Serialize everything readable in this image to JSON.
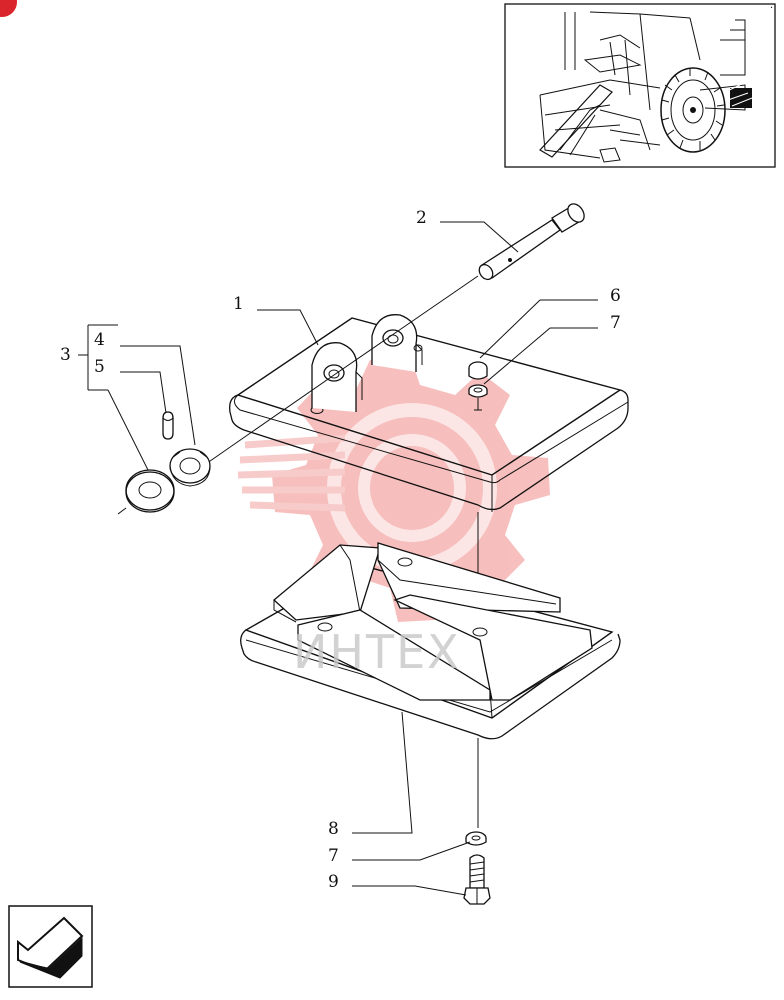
{
  "callouts": {
    "c1": "1",
    "c2": "2",
    "c3": "3",
    "c4": "4",
    "c5": "5",
    "c6": "6",
    "c7a": "7",
    "c7b": "7",
    "c8": "8",
    "c9": "9"
  },
  "watermark": {
    "text": "ИНТЕХ",
    "color": "#e8483f"
  },
  "colors": {
    "line": "#111111",
    "accent": "#d9252b"
  },
  "icons": {
    "nav": "back-arrow-icon",
    "watermark": "gear-logo-icon"
  }
}
